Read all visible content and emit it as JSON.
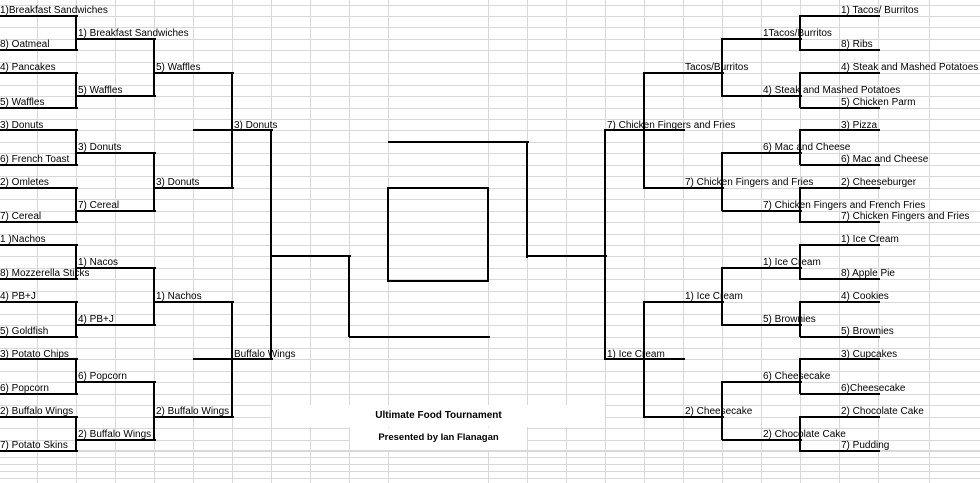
{
  "title": "Ultimate Food Tournament",
  "subtitle": "Presented by Ian Flanagan",
  "left_bracket": {
    "round1": [
      "1)Breakfast Sandwiches",
      "8) Oatmeal",
      "4) Pancakes",
      "5) Waffles",
      "3) Donuts",
      "6) French Toast",
      "2) Omletes",
      "7) Cereal",
      "1 )Nachos",
      "8) Mozzerella Sticks",
      "4) PB+J",
      "5) Goldfish",
      "3) Potato Chips",
      "6) Popcorn",
      "2) Buffalo Wings",
      "7) Potato Skins"
    ],
    "round2": [
      "1) Breakfast Sandwiches",
      "5) Waffles",
      "3) Donuts",
      "7) Cereal",
      "1) Nacos",
      "4) PB+J",
      "6) Popcorn",
      "2) Buffalo Wings"
    ],
    "round3": [
      "5) Waffles",
      "3) Donuts",
      "1) Nachos",
      "2) Buffalo Wings"
    ],
    "round4": [
      "3) Donuts",
      "Buffalo Wings"
    ]
  },
  "right_bracket": {
    "round1": [
      "1) Tacos/ Burritos",
      "8) Ribs",
      "4) Steak and Mashed Potatoes",
      "5) Chicken Parm",
      "3) Pizza",
      "6) Mac and Cheese",
      "2) Cheeseburger",
      "7) Chicken Fingers and Fries",
      "1) Ice Cream",
      "8) Apple Pie",
      "4) Cookies",
      "5) Brownies",
      "3) Cupcakes",
      "6)Cheesecake",
      "2) Chocolate Cake",
      "7) Pudding"
    ],
    "round2": [
      "1Tacos/Burritos",
      "4) Steak and Mashed Potatoes",
      "6) Mac and Cheese",
      "7) Chicken Fingers and French Fries",
      "1) Ice Cream",
      "5) Brownies",
      "6) Cheesecake",
      "2) Chocolate Cake"
    ],
    "round3": [
      "Tacos/Burritos",
      "7) Chicken Fingers and Fries",
      "1) Ice Cream",
      "2) Cheesecake"
    ],
    "round4": [
      "7) Chicken Fingers and Fries",
      "1) Ice Cream"
    ]
  },
  "colors": {
    "gridline": "#d8d8d8",
    "bracket_line": "#000000",
    "background": "#ffffff"
  }
}
